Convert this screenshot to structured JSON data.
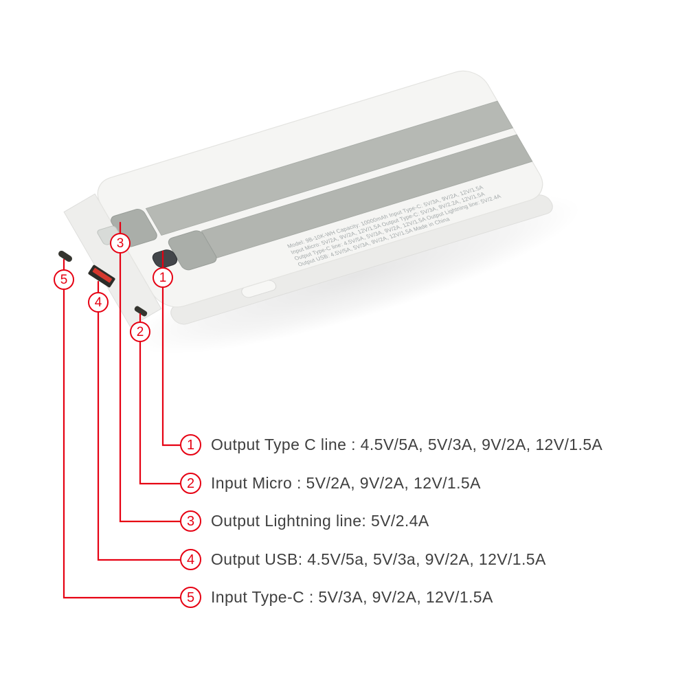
{
  "colors": {
    "accent_red": "#e60012",
    "legend_text": "#3f3f3f",
    "device_body": "#f5f5f3",
    "cable_gray": "#b5b8b3",
    "usb_a_red": "#d5382e"
  },
  "device": {
    "spec_lines": [
      "Model: 9B-10K-WH   Capacity: 10000mAh   Input Type-C: 5V/3A, 9V/2A, 12V/1.5A",
      "Input Micro: 5V/2A, 9V/2A, 12V/1.5A   Output Type-C: 5V/3A, 9V/2.2A, 12V/1.5A",
      "Output Type-C line: 4.5V/5A, 5V/3A, 9V/2A, 12V/1.5A   Output Lightning line: 5V/2.4A",
      "Output USB: 4.5V/5A, 5V/3A, 9V/2A, 12V/1.5A   Made in China"
    ]
  },
  "callouts": [
    "1",
    "2",
    "3",
    "4",
    "5"
  ],
  "legend": {
    "items": [
      {
        "num": "1",
        "label": "Output Type C line : 4.5V/5A, 5V/3A, 9V/2A, 12V/1.5A"
      },
      {
        "num": "2",
        "label": "Input Micro : 5V/2A, 9V/2A, 12V/1.5A"
      },
      {
        "num": "3",
        "label": "Output Lightning line: 5V/2.4A"
      },
      {
        "num": "4",
        "label": "Output USB: 4.5V/5a, 5V/3a, 9V/2A, 12V/1.5A"
      },
      {
        "num": "5",
        "label": "Input Type-C : 5V/3A, 9V/2A, 12V/1.5A"
      }
    ]
  }
}
